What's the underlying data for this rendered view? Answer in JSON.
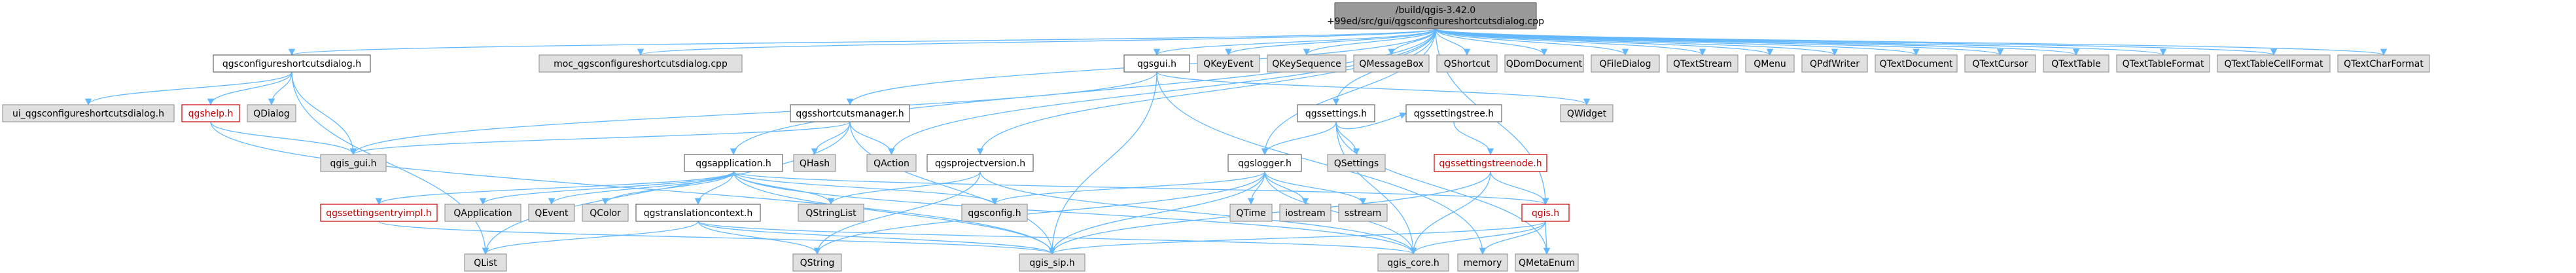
{
  "diagram": {
    "root_lines": [
      "/build/qgis-3.42.0",
      "+99ed/src/gui/qgsconfigureshortcutsdialog.cpp"
    ],
    "nodes": [
      {
        "id": "qgsconfigureshortcutsdialog_h",
        "label": "qgsconfigureshortcutsdialog.h",
        "style": "plain"
      },
      {
        "id": "moc_qgsconfigureshortcutsdialog_cpp",
        "label": "moc_qgsconfigureshortcutsdialog.cpp",
        "style": "gray"
      },
      {
        "id": "qgsgui_h",
        "label": "qgsgui.h",
        "style": "plain"
      },
      {
        "id": "QKeyEvent",
        "label": "QKeyEvent",
        "style": "gray"
      },
      {
        "id": "QKeySequence",
        "label": "QKeySequence",
        "style": "gray"
      },
      {
        "id": "QMessageBox",
        "label": "QMessageBox",
        "style": "gray"
      },
      {
        "id": "QShortcut",
        "label": "QShortcut",
        "style": "gray"
      },
      {
        "id": "QDomDocument",
        "label": "QDomDocument",
        "style": "gray"
      },
      {
        "id": "QFileDialog",
        "label": "QFileDialog",
        "style": "gray"
      },
      {
        "id": "QTextStream",
        "label": "QTextStream",
        "style": "gray"
      },
      {
        "id": "QMenu",
        "label": "QMenu",
        "style": "gray"
      },
      {
        "id": "QPdfWriter",
        "label": "QPdfWriter",
        "style": "gray"
      },
      {
        "id": "QTextDocument",
        "label": "QTextDocument",
        "style": "gray"
      },
      {
        "id": "QTextCursor",
        "label": "QTextCursor",
        "style": "gray"
      },
      {
        "id": "QTextTable",
        "label": "QTextTable",
        "style": "gray"
      },
      {
        "id": "QTextTableFormat",
        "label": "QTextTableFormat",
        "style": "gray"
      },
      {
        "id": "QTextTableCellFormat",
        "label": "QTextTableCellFormat",
        "style": "gray"
      },
      {
        "id": "QTextCharFormat",
        "label": "QTextCharFormat",
        "style": "gray"
      },
      {
        "id": "ui_qgsconfigureshortcutsdialog_h",
        "label": "ui_qgsconfigureshortcutsdialog.h",
        "style": "gray"
      },
      {
        "id": "qgshelp_h",
        "label": "qgshelp.h",
        "style": "red"
      },
      {
        "id": "QDialog",
        "label": "QDialog",
        "style": "gray"
      },
      {
        "id": "qgis_gui_h",
        "label": "qgis_gui.h",
        "style": "gray"
      },
      {
        "id": "qgsshortcutsmanager_h",
        "label": "qgsshortcutsmanager.h",
        "style": "plain"
      },
      {
        "id": "qgssettings_h",
        "label": "qgssettings.h",
        "style": "plain"
      },
      {
        "id": "qgssettingstree_h",
        "label": "qgssettingstree.h",
        "style": "plain"
      },
      {
        "id": "QWidget",
        "label": "QWidget",
        "style": "gray"
      },
      {
        "id": "QHash",
        "label": "QHash",
        "style": "gray"
      },
      {
        "id": "QAction",
        "label": "QAction",
        "style": "gray"
      },
      {
        "id": "qgsprojectversion_h",
        "label": "qgsprojectversion.h",
        "style": "plain"
      },
      {
        "id": "QSettings",
        "label": "QSettings",
        "style": "gray"
      },
      {
        "id": "qgssettingstreenode_h",
        "label": "qgssettingstreenode.h",
        "style": "red"
      },
      {
        "id": "qgsapplication_h",
        "label": "qgsapplication.h",
        "style": "plain"
      },
      {
        "id": "qgslogger_h",
        "label": "qgslogger.h",
        "style": "plain"
      },
      {
        "id": "qgis_h",
        "label": "qgis.h",
        "style": "red"
      },
      {
        "id": "qgssettingsentryimpl_h",
        "label": "qgssettingsentryimpl.h",
        "style": "red"
      },
      {
        "id": "QApplication",
        "label": "QApplication",
        "style": "gray"
      },
      {
        "id": "QEvent",
        "label": "QEvent",
        "style": "gray"
      },
      {
        "id": "QColor",
        "label": "QColor",
        "style": "gray"
      },
      {
        "id": "qgstranslationcontext_h",
        "label": "qgstranslationcontext.h",
        "style": "plain"
      },
      {
        "id": "QStringList",
        "label": "QStringList",
        "style": "gray"
      },
      {
        "id": "qgsconfig_h",
        "label": "qgsconfig.h",
        "style": "gray"
      },
      {
        "id": "QTime",
        "label": "QTime",
        "style": "gray"
      },
      {
        "id": "iostream",
        "label": "iostream",
        "style": "gray"
      },
      {
        "id": "sstream",
        "label": "sstream",
        "style": "gray"
      },
      {
        "id": "QList",
        "label": "QList",
        "style": "gray"
      },
      {
        "id": "QString",
        "label": "QString",
        "style": "gray"
      },
      {
        "id": "qgis_sip_h",
        "label": "qgis_sip.h",
        "style": "gray"
      },
      {
        "id": "qgis_core_h",
        "label": "qgis_core.h",
        "style": "gray"
      },
      {
        "id": "memory",
        "label": "memory",
        "style": "gray"
      },
      {
        "id": "QMetaEnum",
        "label": "QMetaEnum",
        "style": "gray"
      }
    ],
    "edges": [
      [
        "root",
        "qgsconfigureshortcutsdialog_h"
      ],
      [
        "root",
        "moc_qgsconfigureshortcutsdialog_cpp"
      ],
      [
        "root",
        "qgsgui_h"
      ],
      [
        "root",
        "QKeyEvent"
      ],
      [
        "root",
        "QKeySequence"
      ],
      [
        "root",
        "QMessageBox"
      ],
      [
        "root",
        "QShortcut"
      ],
      [
        "root",
        "QDomDocument"
      ],
      [
        "root",
        "QFileDialog"
      ],
      [
        "root",
        "QTextStream"
      ],
      [
        "root",
        "QMenu"
      ],
      [
        "root",
        "QPdfWriter"
      ],
      [
        "root",
        "QTextDocument"
      ],
      [
        "root",
        "QTextCursor"
      ],
      [
        "root",
        "QTextTable"
      ],
      [
        "root",
        "QTextTableFormat"
      ],
      [
        "root",
        "QTextTableCellFormat"
      ],
      [
        "root",
        "QTextCharFormat"
      ],
      [
        "root",
        "qgsshortcutsmanager_h"
      ],
      [
        "root",
        "qgssettings_h"
      ],
      [
        "root",
        "QAction"
      ],
      [
        "root",
        "qgsprojectversion_h"
      ],
      [
        "root",
        "qgsapplication_h"
      ],
      [
        "root",
        "qgslogger_h"
      ],
      [
        "root",
        "qgis_h"
      ],
      [
        "qgsconfigureshortcutsdialog_h",
        "ui_qgsconfigureshortcutsdialog_h"
      ],
      [
        "qgsconfigureshortcutsdialog_h",
        "qgshelp_h"
      ],
      [
        "qgsconfigureshortcutsdialog_h",
        "QDialog"
      ],
      [
        "qgsconfigureshortcutsdialog_h",
        "qgis_gui_h"
      ],
      [
        "qgsconfigureshortcutsdialog_h",
        "QList"
      ],
      [
        "qgshelp_h",
        "qgis_gui_h"
      ],
      [
        "qgshelp_h",
        "qgis_sip_h"
      ],
      [
        "qgsgui_h",
        "qgis_gui_h"
      ],
      [
        "qgsgui_h",
        "qgis_sip_h"
      ],
      [
        "qgsgui_h",
        "QWidget"
      ],
      [
        "qgsgui_h",
        "memory"
      ],
      [
        "qgsshortcutsmanager_h",
        "qgis_gui_h"
      ],
      [
        "qgsshortcutsmanager_h",
        "qgis_sip_h"
      ],
      [
        "qgsshortcutsmanager_h",
        "QHash"
      ],
      [
        "qgsshortcutsmanager_h",
        "QAction"
      ],
      [
        "qgsshortcutsmanager_h",
        "QList"
      ],
      [
        "qgssettings_h",
        "qgssettingstree_h"
      ],
      [
        "qgssettings_h",
        "QSettings"
      ],
      [
        "qgssettings_h",
        "qgslogger_h"
      ],
      [
        "qgssettings_h",
        "qgis_core_h"
      ],
      [
        "qgssettings_h",
        "QMetaEnum"
      ],
      [
        "qgssettingstree_h",
        "qgssettingstreenode_h"
      ],
      [
        "qgssettingstreenode_h",
        "qgis_h"
      ],
      [
        "qgssettingstreenode_h",
        "qgis_core_h"
      ],
      [
        "qgssettingstreenode_h",
        "qgis_sip_h"
      ],
      [
        "qgsprojectversion_h",
        "QString"
      ],
      [
        "qgsprojectversion_h",
        "QStringList"
      ],
      [
        "qgsprojectversion_h",
        "qgis_core_h"
      ],
      [
        "qgsapplication_h",
        "qgssettingsentryimpl_h"
      ],
      [
        "qgsapplication_h",
        "QApplication"
      ],
      [
        "qgsapplication_h",
        "QEvent"
      ],
      [
        "qgsapplication_h",
        "QColor"
      ],
      [
        "qgsapplication_h",
        "qgstranslationcontext_h"
      ],
      [
        "qgsapplication_h",
        "QStringList"
      ],
      [
        "qgsapplication_h",
        "qgsconfig_h"
      ],
      [
        "qgsapplication_h",
        "qgis_sip_h"
      ],
      [
        "qgsapplication_h",
        "qgis_core_h"
      ],
      [
        "qgsapplication_h",
        "qgis_h"
      ],
      [
        "qgssettingsentryimpl_h",
        "qgis_sip_h"
      ],
      [
        "qgstranslationcontext_h",
        "QString"
      ],
      [
        "qgstranslationcontext_h",
        "QList"
      ],
      [
        "qgstranslationcontext_h",
        "qgis_sip_h"
      ],
      [
        "qgstranslationcontext_h",
        "qgis_core_h"
      ],
      [
        "qgslogger_h",
        "QTime"
      ],
      [
        "qgslogger_h",
        "iostream"
      ],
      [
        "qgslogger_h",
        "sstream"
      ],
      [
        "qgslogger_h",
        "qgsconfig_h"
      ],
      [
        "qgslogger_h",
        "QString"
      ],
      [
        "qgslogger_h",
        "qgis_core_h"
      ],
      [
        "qgslogger_h",
        "qgis_sip_h"
      ],
      [
        "qgis_h",
        "qgis_sip_h"
      ],
      [
        "qgis_h",
        "qgis_core_h"
      ],
      [
        "qgis_h",
        "memory"
      ],
      [
        "qgis_h",
        "QMetaEnum"
      ]
    ]
  }
}
